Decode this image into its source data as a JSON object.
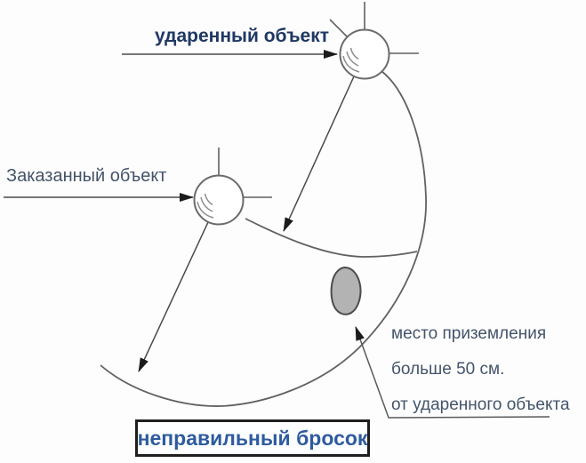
{
  "diagram": {
    "labels": {
      "struck_object": "ударенный объект",
      "ordered_object": "Заказанный объект",
      "verdict": "неправильный бросок"
    },
    "landing_caption": [
      "место приземления",
      "больше 50 см.",
      "от ударенного объекта"
    ],
    "icons": {
      "struck_object": "ball-with-spokes-icon",
      "ordered_object": "ball-with-spokes-icon",
      "landing_spot": "gray-blob-icon"
    },
    "colors": {
      "background": "#fdfdfd",
      "line": "#616161",
      "arrowhead": "#1b1b1b",
      "struck_label": "#1f3864",
      "ordered_label": "#44546a",
      "caption_text": "#44546a",
      "verdict_text": "#2e5b9e",
      "box_border": "#1f1f1f",
      "blob_fill": "#b3b3b3",
      "blob_stroke": "#4c4c4c"
    }
  }
}
